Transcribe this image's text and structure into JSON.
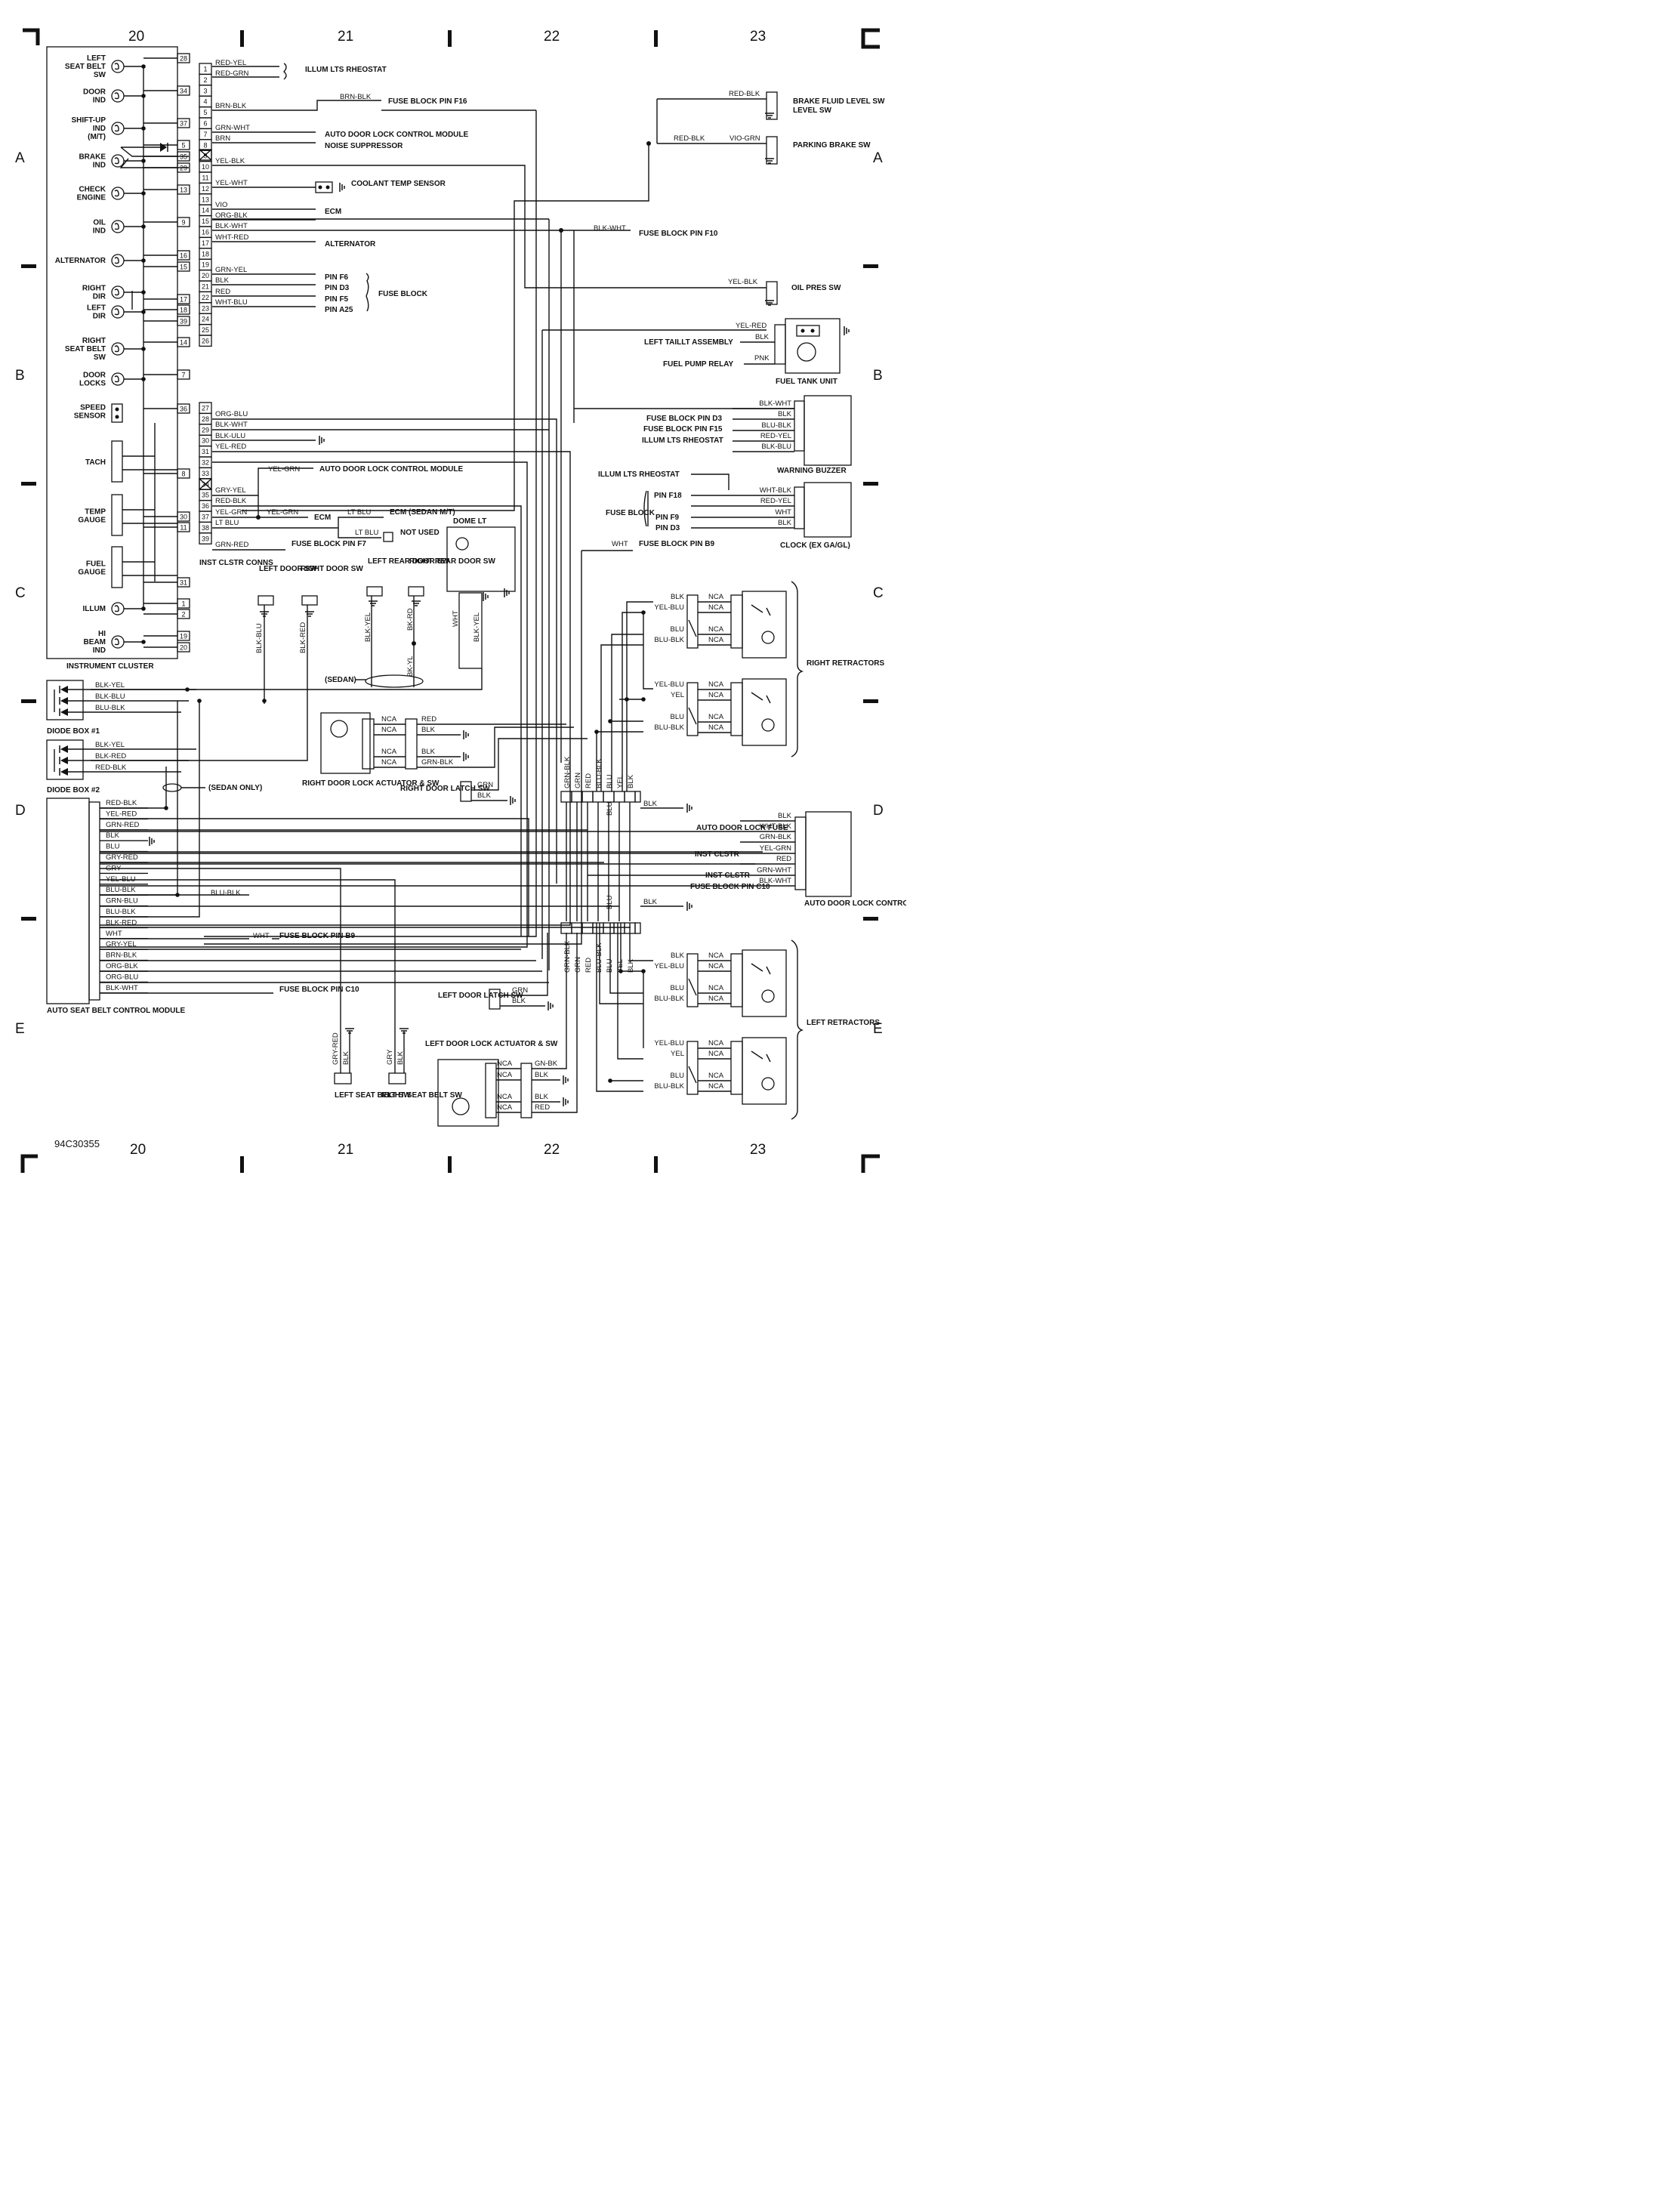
{
  "sheet_id": "94C30355",
  "grid": {
    "cols": [
      "20",
      "21",
      "22",
      "23"
    ],
    "rows": [
      "A",
      "B",
      "C",
      "D",
      "E"
    ]
  },
  "cluster": {
    "title": "INSTRUMENT CLUSTER",
    "conns_label": "INST CLSTR CONNS",
    "indicators": [
      {
        "label": "LEFT SEAT BELT SW"
      },
      {
        "label": "DOOR IND"
      },
      {
        "label": "SHIFT-UP IND (M/T)"
      },
      {
        "label": "BRAKE IND"
      },
      {
        "label": "CHECK ENGINE"
      },
      {
        "label": "OIL IND"
      },
      {
        "label": "ALTERNATOR"
      },
      {
        "label": "RIGHT DIR"
      },
      {
        "label": "LEFT DIR"
      },
      {
        "label": "RIGHT SEAT BELT SW"
      },
      {
        "label": "DOOR LOCKS"
      },
      {
        "label": "SPEED SENSOR"
      },
      {
        "label": "TACH"
      },
      {
        "label": "TEMP GAUGE"
      },
      {
        "label": "FUEL GAUGE"
      },
      {
        "label": "ILLUM"
      },
      {
        "label": "HI BEAM IND"
      }
    ],
    "left_pins": [
      "28",
      "34",
      "37",
      "5",
      "35",
      "29",
      "13",
      "9",
      "16",
      "15",
      "17",
      "18",
      "39",
      "14",
      "7",
      "36",
      "8",
      "30",
      "11",
      "31",
      "1",
      "2",
      "19",
      "20"
    ],
    "conn1_pins": [
      "1",
      "2",
      "3",
      "4",
      "5",
      "6",
      "7",
      "8",
      "9",
      "10",
      "11",
      "12",
      "13",
      "14",
      "15",
      "16",
      "17",
      "18",
      "19",
      "20",
      "21",
      "22",
      "23",
      "24",
      "25",
      "26"
    ],
    "conn2_pins": [
      "27",
      "28",
      "29",
      "30",
      "31",
      "32",
      "33",
      "34",
      "35",
      "36",
      "37",
      "38",
      "39"
    ]
  },
  "wires_top": [
    {
      "pin": "1",
      "color": "RED-YEL"
    },
    {
      "pin": "2",
      "color": "RED-GRN"
    },
    {
      "pin": "5",
      "color": "BRN-BLK"
    },
    {
      "pin": "6",
      "color": "GRN-WHT"
    },
    {
      "pin": "8",
      "color": "BRN"
    },
    {
      "pin": "9",
      "color": "YEL-BLK"
    },
    {
      "pin": "11",
      "color": "YEL-WHT"
    },
    {
      "pin": "13",
      "color": "VIO"
    },
    {
      "pin": "14",
      "color": "ORG-BLK"
    },
    {
      "pin": "15",
      "color": "BLK-WHT"
    },
    {
      "pin": "16",
      "color": "WHT-RED"
    },
    {
      "pin": "17",
      "color": "GRN-YEL"
    },
    {
      "pin": "18",
      "color": "BLK"
    },
    {
      "pin": "19",
      "color": "RED"
    },
    {
      "pin": "20",
      "color": "WHT-BLU"
    }
  ],
  "wires_bottom": [
    {
      "pin": "28",
      "color": "ORG-BLU"
    },
    {
      "pin": "29",
      "color": "BLK-WHT"
    },
    {
      "pin": "30",
      "color": "BLK-ULU"
    },
    {
      "pin": "31",
      "color": "YEL-RED"
    },
    {
      "pin": "34",
      "color": "GRY-YEL"
    },
    {
      "pin": "35",
      "color": "RED-BLK"
    },
    {
      "pin": "36",
      "color": "YEL-GRN"
    },
    {
      "pin": "37",
      "color": "LT BLU"
    },
    {
      "pin": "39",
      "color": "GRN-RED"
    }
  ],
  "destinations": {
    "illum_lts_rheostat": "ILLUM LTS RHEOSTAT",
    "fuse_f16": "FUSE BLOCK PIN F16",
    "adl_module": "AUTO DOOR LOCK CONTROL MODULE",
    "noise": "NOISE SUPPRESSOR",
    "coolant": "COOLANT TEMP SENSOR",
    "ecm": "ECM",
    "alternator": "ALTERNATOR",
    "fuse_f10_color": "BLK-WHT",
    "fuse_f10": "FUSE BLOCK PIN F10",
    "fb_pins": [
      "PIN F6",
      "PIN D3",
      "PIN F5",
      "PIN A25"
    ],
    "fuse_block": "FUSE BLOCK",
    "adl_module2": "AUTO DOOR LOCK CONTROL MODULE",
    "yel_grn": "YEL-GRN",
    "ecm2": "ECM",
    "lt_blu": "LT BLU",
    "ecm_sedan": "ECM (SEDAN M/T)",
    "not_used": "NOT USED",
    "fuse_f7": "FUSE BLOCK PIN F7"
  },
  "right_components": {
    "brake_fluid": {
      "label": "BRAKE FLUID LEVEL SW",
      "wire": "RED-BLK"
    },
    "parking": {
      "label": "PARKING BRAKE SW",
      "wire1": "RED-BLK",
      "wire2": "VIO-GRN"
    },
    "oil_pres": {
      "label": "OIL PRES SW",
      "wire": "YEL-BLK"
    },
    "fuel_tank": {
      "label": "FUEL TANK UNIT",
      "wires": [
        "YEL-RED",
        "BLK",
        "PNK"
      ],
      "left_taill": "LEFT TAILLT ASSEMBLY",
      "fuel_pump": "FUEL PUMP RELAY"
    },
    "warning_buzzer": {
      "label": "WARNING BUZZER",
      "wires": [
        "BLK-WHT",
        "BLK",
        "BLU-BLK",
        "RED-YEL",
        "BLK-BLU"
      ],
      "dests": [
        "FUSE BLOCK PIN D3",
        "FUSE BLOCK PIN F15",
        "ILLUM LTS RHEOSTAT"
      ]
    },
    "clock": {
      "label": "CLOCK (EX GA/GL)",
      "wires": [
        "WHT-BLK",
        "RED-YEL",
        "WHT",
        "BLK"
      ],
      "illum": "ILLUM LTS RHEOSTAT",
      "fuse": "FUSE BLOCK",
      "pins": [
        "PIN F18",
        "PIN F9",
        "PIN D3"
      ]
    },
    "fuse_b9": {
      "wire": "WHT",
      "label": "FUSE BLOCK PIN B9"
    }
  },
  "door_sws": {
    "left_door": {
      "label": "LEFT DOOR SW",
      "wire": "BLK-BLU"
    },
    "right_door": {
      "label": "RIGHT DOOR SW",
      "wire": "BLK-RED"
    },
    "left_rear": {
      "label": "LEFT REAR DOOR SW",
      "wire": "BLK-YEL"
    },
    "right_rear": {
      "label": "RIGHT REAR DOOR SW",
      "wire": "BK-RD"
    },
    "bk_yl": "BK-YL",
    "sedan": "(SEDAN)",
    "dome": {
      "label": "DOME LT",
      "wire1": "WHT",
      "wire2": "BLK-YEL"
    }
  },
  "diode_boxes": {
    "box1": {
      "label": "DIODE BOX #1",
      "wires": [
        "BLK-YEL",
        "BLK-BLU",
        "BLU-BLK"
      ]
    },
    "box2": {
      "label": "DIODE BOX #2",
      "wires": [
        "BLK-YEL",
        "BLK-RED",
        "RED-BLK"
      ]
    },
    "sedan_only": "(SEDAN ONLY)"
  },
  "rdla": {
    "label": "RIGHT DOOR LOCK ACTUATOR & SW",
    "nca": "NCA",
    "wires": [
      "RED",
      "BLK",
      "BLK",
      "GRN-BLK"
    ],
    "latch": {
      "label": "RIGHT DOOR LATCH SW",
      "wires": [
        "GRN",
        "BLK"
      ]
    }
  },
  "ldla": {
    "label": "LEFT DOOR LOCK ACTUATOR & SW",
    "wires": [
      "GN-BK",
      "BLK",
      "BLK",
      "RED"
    ],
    "latch": {
      "label": "LEFT DOOR LATCH SW",
      "wires": [
        "GRN",
        "BLK"
      ]
    }
  },
  "retractors": {
    "right_label": "RIGHT RETRACTORS",
    "left_label": "LEFT RETRACTORS",
    "r1": [
      "BLK",
      "YEL-BLU",
      "BLU",
      "BLU-BLK"
    ],
    "r2": [
      "YEL-BLU",
      "YEL",
      "BLU",
      "BLU-BLK"
    ],
    "l1": [
      "BLK",
      "YEL-BLU",
      "BLU",
      "BLU-BLK"
    ],
    "l2": [
      "YEL-BLU",
      "YEL",
      "BLU",
      "BLU-BLK"
    ]
  },
  "harness_cols": [
    "GRN-BLK",
    "GRN",
    "RED",
    "BLU-BLK",
    "BLU",
    "YEL",
    "BLK"
  ],
  "harness_blu": "BLU",
  "harness_blk": "BLK",
  "adlcm": {
    "label": "AUTO DOOR LOCK CONTROL MODULE",
    "wires": [
      "BLK",
      "WHT-BLK",
      "GRN-BLK",
      "YEL-GRN",
      "RED",
      "GRN-WHT",
      "BLK-WHT"
    ],
    "fuse_label": "AUTO DOOR LOCK FUSE",
    "inst1": "INST CLSTR",
    "inst2": "INST CLSTR",
    "fbc10": "FUSE BLOCK PIN C10"
  },
  "asbcm": {
    "label": "AUTO SEAT BELT CONTROL MODULE",
    "wires": [
      "RED-BLK",
      "YEL-RED",
      "GRN-RED",
      "BLK",
      "BLU",
      "GRY-RED",
      "GRY",
      "YEL-BLU",
      "BLU-BLK",
      "GRN-BLU",
      "BLU-BLK",
      "BLK-RED",
      "WHT",
      "GRY-YEL",
      "BRN-BLK",
      "ORG-BLK",
      "ORG-BLU",
      "BLK-WHT"
    ],
    "blu_blk_label": "BLU-BLK",
    "wht": "WHT",
    "fuse_b9": "FUSE BLOCK PIN B9",
    "fuse_c10": "FUSE BLOCK PIN C10"
  },
  "seat_belt_sws": {
    "left": {
      "label": "LEFT SEAT BELT SW",
      "wires": [
        "GRY-RED",
        "BLK"
      ]
    },
    "right": {
      "label": "RIGHT SEAT BELT SW",
      "wires": [
        "GRY",
        "BLK"
      ]
    }
  }
}
